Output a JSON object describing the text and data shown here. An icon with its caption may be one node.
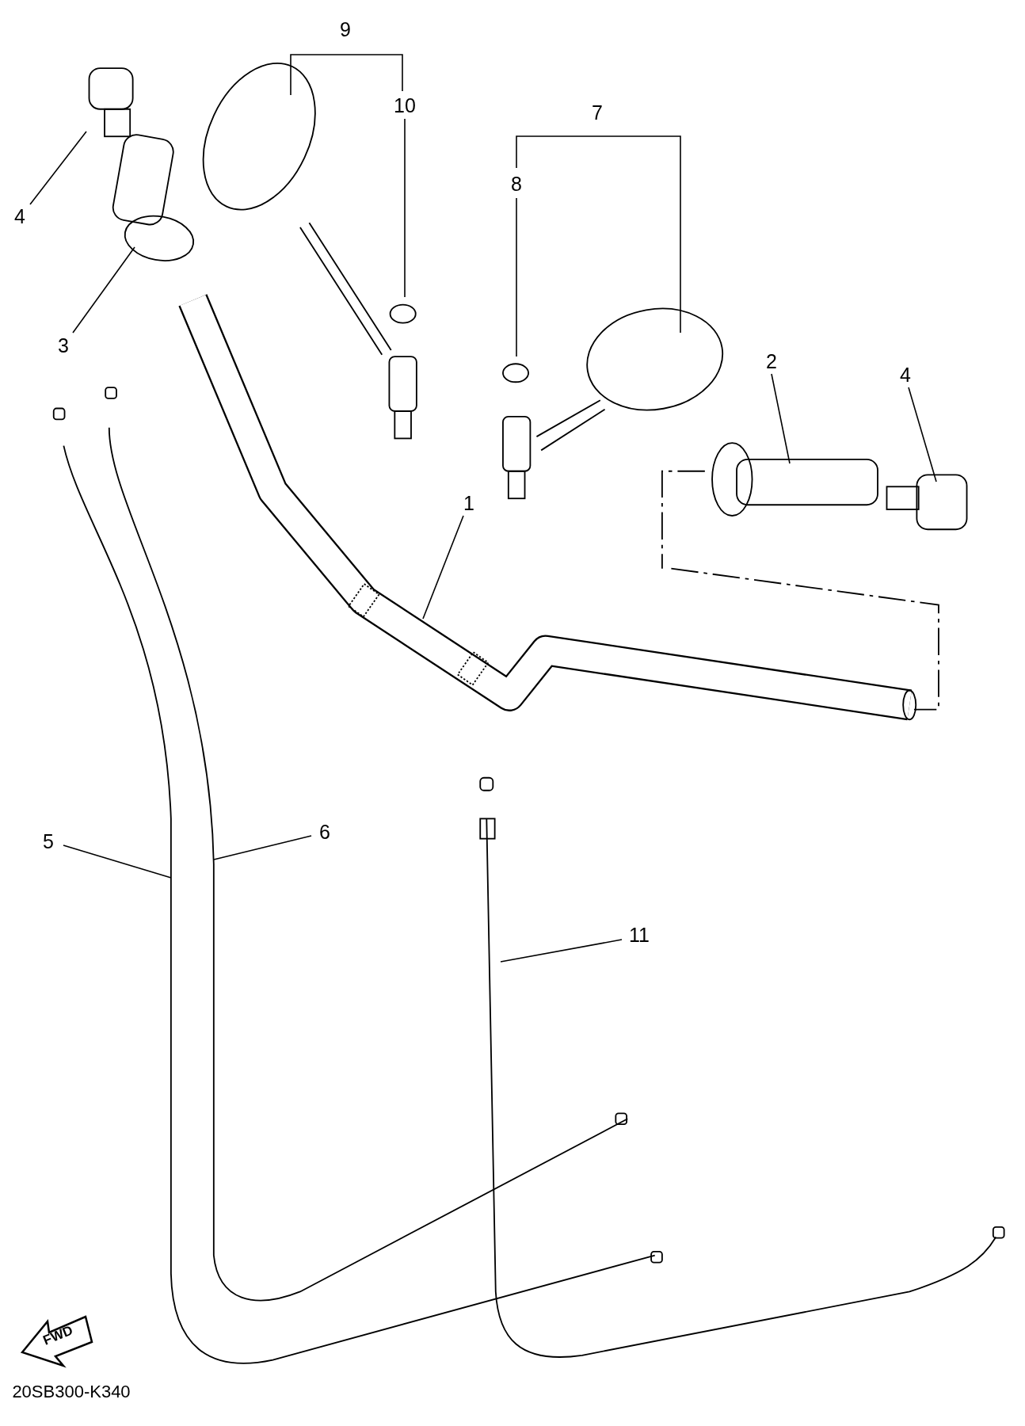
{
  "diagram": {
    "nodes": [
      {
        "text": [
          "4"
        ]
      },
      {
        "text": [
          "10"
        ]
      },
      {
        "text": [
          "8"
        ]
      },
      {
        "text": [
          "3"
        ]
      },
      {
        "text": [
          "2"
        ]
      },
      {
        "text": [
          "4"
        ]
      },
      {
        "text": [
          "1"
        ]
      },
      {
        "text": [
          "6"
        ]
      },
      {
        "text": [
          "5"
        ]
      },
      {
        "text": [
          "11"
        ]
      }
    ],
    "edges": [
      {
        "from": 0,
        "to": null,
        "arrow": "none"
      },
      {
        "from": 1,
        "to": null,
        "arrow": "none"
      },
      {
        "from": 2,
        "to": null,
        "arrow": "none"
      },
      {
        "from": 3,
        "to": null,
        "arrow": "none"
      },
      {
        "from": 4,
        "to": null,
        "arrow": "none"
      },
      {
        "from": 5,
        "to": null,
        "arrow": "none"
      },
      {
        "from": 6,
        "to": null,
        "arrow": "none"
      },
      {
        "from": 7,
        "to": null,
        "arrow": "none"
      },
      {
        "from": 8,
        "to": null,
        "arrow": "none"
      },
      {
        "from": 9,
        "to": null,
        "arrow": "none"
      }
    ],
    "labels": [
      "9",
      "7",
      "FWD",
      "20SB300-K340"
    ]
  }
}
